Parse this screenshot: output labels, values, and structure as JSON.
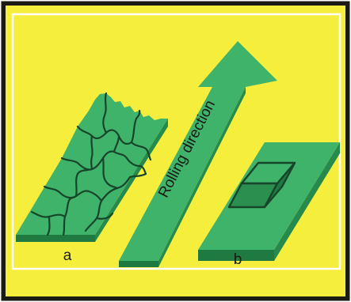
{
  "figure": {
    "arrow_label": "Rolling direction",
    "panel_a_label": "a",
    "panel_b_label": "b"
  },
  "colors": {
    "background": "#f6ee3c",
    "frame": "#1b1b14",
    "inner_border": "#ffffff",
    "green_top": "#3fb36a",
    "green_face": "#2a8f4f",
    "green_side": "#1f7a42",
    "grain_line": "#17452a"
  }
}
